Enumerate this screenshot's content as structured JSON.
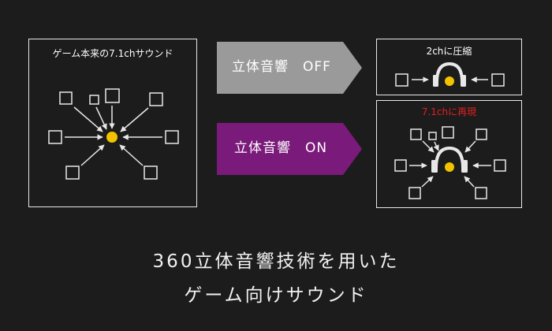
{
  "left_panel": {
    "title": "ゲーム本来の7.1chサウンド"
  },
  "off_arrow": {
    "label": "立体音響　OFF",
    "color": "#9a9a9a"
  },
  "on_arrow": {
    "label": "立体音響　ON",
    "color": "#7a1a7a"
  },
  "right_top_panel": {
    "title": "2chに圧縮"
  },
  "right_bottom_panel": {
    "title": "7.1chに再現",
    "title_color": "#e02020"
  },
  "caption": {
    "line1": "360立体音響技術を用いた",
    "line2": "ゲーム向けサウンド"
  },
  "colors": {
    "source_dot": "#f2c200",
    "frame": "#e8e8e8",
    "background": "#1c1c1c"
  }
}
